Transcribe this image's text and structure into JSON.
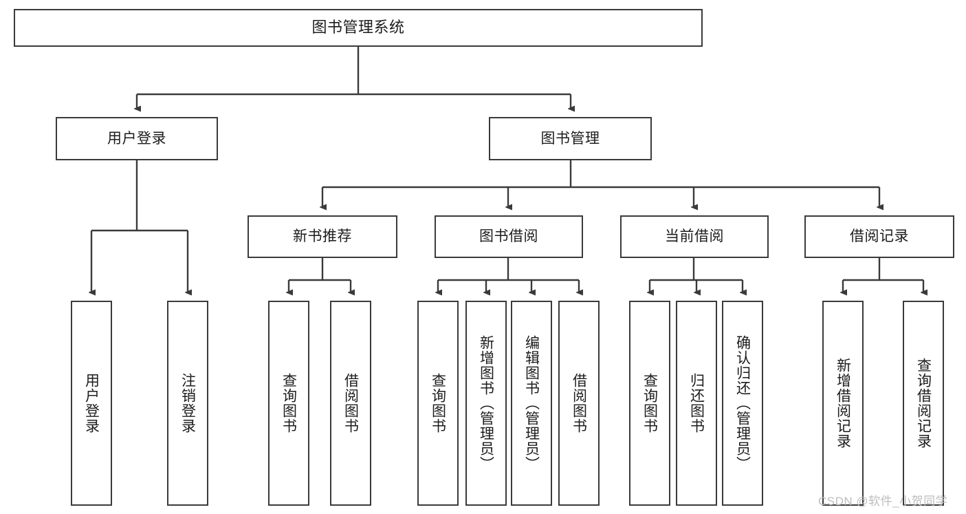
{
  "diagram": {
    "title": "图书管理系统",
    "type": "hierarchy-tree",
    "root": {
      "label": "图书管理系统"
    },
    "level2": [
      {
        "label": "用户登录"
      },
      {
        "label": "图书管理"
      }
    ],
    "level3": [
      {
        "label": "新书推荐"
      },
      {
        "label": "图书借阅"
      },
      {
        "label": "当前借阅"
      },
      {
        "label": "借阅记录"
      }
    ],
    "leaves": {
      "user_login": [
        {
          "label": "用户登录"
        },
        {
          "label": "注销登录"
        }
      ],
      "new_book_recommend": [
        {
          "label": "查询图书"
        },
        {
          "label": "借阅图书"
        }
      ],
      "book_borrow": [
        {
          "label": "查询图书"
        },
        {
          "label": "新增图书（管理员）"
        },
        {
          "label": "编辑图书（管理员）"
        },
        {
          "label": "借阅图书"
        }
      ],
      "current_borrow": [
        {
          "label": "查询图书"
        },
        {
          "label": "归还图书"
        },
        {
          "label": "确认归还（管理员）"
        }
      ],
      "borrow_record": [
        {
          "label": "新增借阅记录"
        },
        {
          "label": "查询借阅记录"
        }
      ]
    }
  },
  "watermark": {
    "text": "CSDN @软件_小贺同学"
  },
  "colors": {
    "stroke": "#3a3a3a",
    "text": "#1c1c1c",
    "background": "#ffffff",
    "watermark": "#bdbdbd"
  }
}
